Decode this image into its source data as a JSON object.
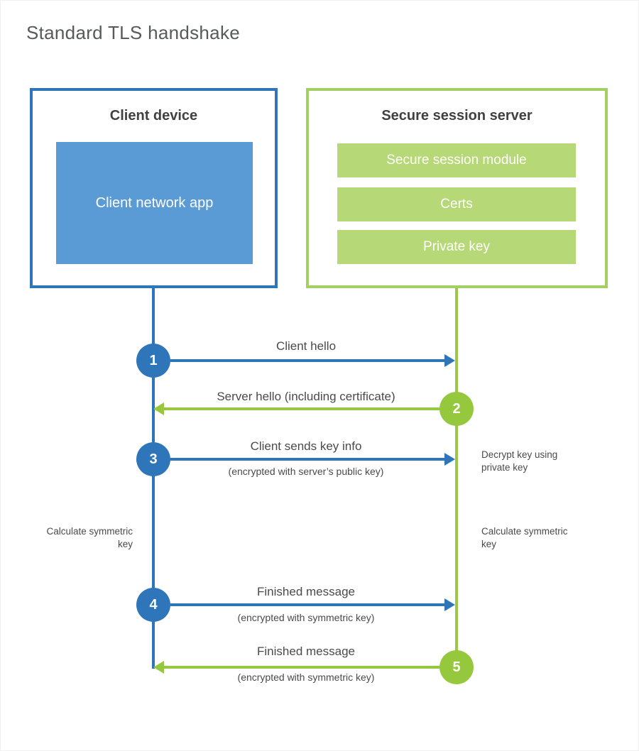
{
  "title": "Standard TLS handshake",
  "client": {
    "heading": "Client device",
    "app_label": "Client network app"
  },
  "server": {
    "heading": "Secure session server",
    "modules": [
      "Secure session module",
      "Certs",
      "Private key"
    ]
  },
  "steps": [
    {
      "number": "1",
      "direction": "right",
      "color": "blue",
      "label": "Client hello",
      "sublabel": ""
    },
    {
      "number": "2",
      "direction": "left",
      "color": "green",
      "label": "Server hello (including certificate)",
      "sublabel": ""
    },
    {
      "number": "3",
      "direction": "right",
      "color": "blue",
      "label": "Client sends key info",
      "sublabel": "(encrypted with server’s public key)"
    },
    {
      "number": "4",
      "direction": "right",
      "color": "blue",
      "label": "Finished message",
      "sublabel": "(encrypted with symmetric key)"
    },
    {
      "number": "5",
      "direction": "left",
      "color": "green",
      "label": "Finished message",
      "sublabel": "(encrypted with symmetric key)"
    }
  ],
  "notes": {
    "decrypt": "Decrypt key using private key",
    "calc_left": "Calculate symmetric key",
    "calc_right": "Calculate symmetric key"
  },
  "colors": {
    "blue_main": "#2e75ba",
    "blue_fill": "#5b9bd5",
    "green_main": "#96c83e",
    "green_border": "#a4d063",
    "green_fill": "#b7d876",
    "text_dark": "#414042",
    "text_label": "#4a4a4c",
    "title_gray": "#58595b"
  }
}
